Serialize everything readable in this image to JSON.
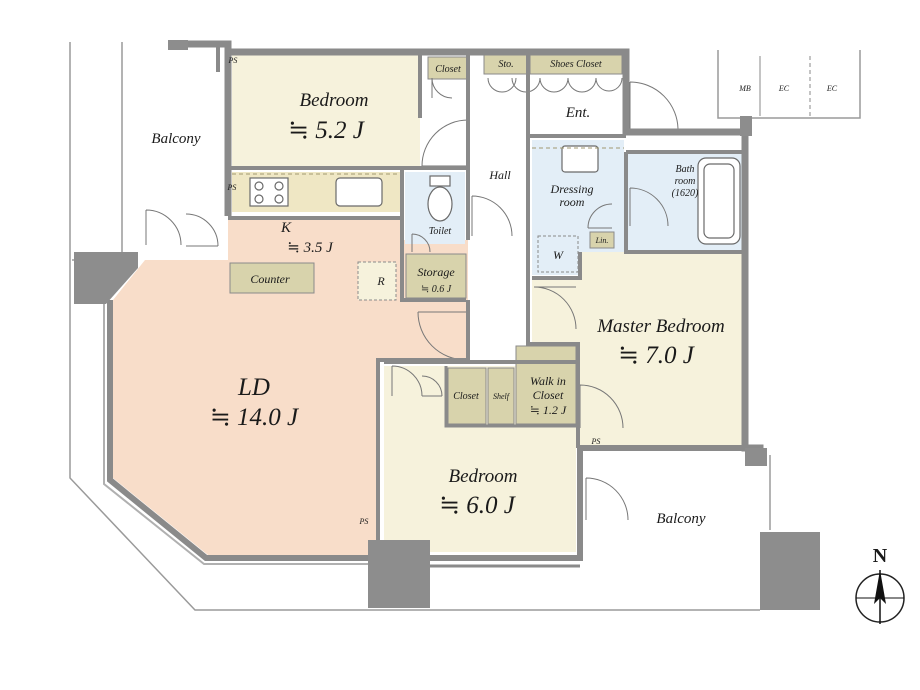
{
  "rooms": {
    "bedroom_top": {
      "name": "Bedroom",
      "area": "≒ 5.2 J"
    },
    "kitchen": {
      "name": "K",
      "area": "≒ 3.5 J"
    },
    "ld": {
      "name": "LD",
      "area": "≒ 14.0 J"
    },
    "bedroom_bottom": {
      "name": "Bedroom",
      "area": "≒ 6.0 J"
    },
    "master": {
      "name": "Master Bedroom",
      "area": "≒ 7.0 J"
    },
    "walk_in": {
      "line1": "Walk in",
      "line2": "Closet",
      "area": "≒ 1.2 J"
    },
    "storage": {
      "name": "Storage",
      "area": "≒ 0.6 J"
    },
    "bath": {
      "line1": "Bath",
      "line2": "room",
      "line3": "(1620)"
    },
    "dressing": {
      "line1": "Dressing",
      "line2": "room"
    }
  },
  "labels": {
    "balcony_left": "Balcony",
    "balcony_right": "Balcony",
    "closet_top": "Closet",
    "closet_mid": "Closet",
    "shelf": "Shelf",
    "sto": "Sto.",
    "shoes_closet": "Shoes Closet",
    "ent": "Ent.",
    "hall": "Hall",
    "toilet": "Toilet",
    "counter": "Counter",
    "refrigerator": "R",
    "washer": "W",
    "linen": "Lin.",
    "mb": "MB",
    "ec1": "EC",
    "ec2": "EC",
    "ps_top": "PS",
    "ps_kitchen": "PS",
    "ps_ld": "PS",
    "ps_mid": "PS",
    "north": "N"
  },
  "colors": {
    "wall": "#8a8a8a",
    "bedroom": "#f6f2dc",
    "ld": "#f8ddc9",
    "wet": "#e3eef7",
    "storage": "#d8d3ac",
    "column": "#8d8d8d"
  }
}
